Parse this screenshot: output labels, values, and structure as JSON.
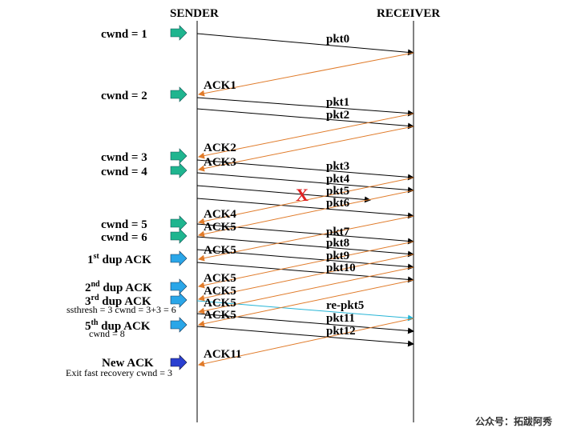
{
  "header": {
    "sender": "SENDER",
    "receiver": "RECEIVER"
  },
  "cwnd_labels": [
    "cwnd = 1",
    "cwnd = 2",
    "cwnd = 3",
    "cwnd = 4",
    "cwnd = 5",
    "cwnd = 6"
  ],
  "dup_labels": [
    {
      "num": "1",
      "sup": "st",
      "rest": " dup ACK"
    },
    {
      "num": "2",
      "sup": "nd",
      "rest": " dup ACK"
    },
    {
      "num": "3",
      "sup": "rd",
      "rest": " dup ACK"
    },
    {
      "num": "5",
      "sup": "th",
      "rest": " dup ACK"
    }
  ],
  "notes": {
    "ssthresh": "ssthresh = 3 cwnd = 3+3 = 6",
    "cwnd8": "cwnd = 8",
    "new_ack": "New ACK",
    "exit": "Exit fast recovery cwnd = 3"
  },
  "loss_mark": "X",
  "ack_labels": [
    "ACK1",
    "ACK2",
    "ACK3",
    "ACK4",
    "ACK5",
    "ACK5",
    "ACK5",
    "ACK5",
    "ACK5",
    "ACK5",
    "ACK11"
  ],
  "pkt_labels": [
    "pkt0",
    "pkt1",
    "pkt2",
    "pkt3",
    "pkt4",
    "pkt5",
    "pkt6",
    "pkt7",
    "pkt8",
    "pkt9",
    "pkt10",
    "re-pkt5",
    "pkt11",
    "pkt12"
  ],
  "watermark": "公众号：拓跋阿秀",
  "colors": {
    "data": "#000000",
    "ack": "#e07b2a",
    "retransmit": "#27b5d6",
    "cwnd_arrow": "#1fb58f",
    "dup_arrow": "#2aa6e8",
    "new_ack_arrow": "#2a3fd0",
    "loss": "#e02020"
  }
}
